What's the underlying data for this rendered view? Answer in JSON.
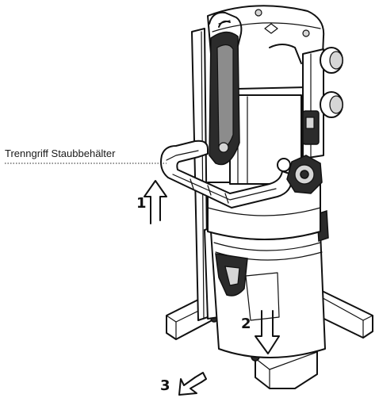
{
  "callout": {
    "label": "Trenngriff Staubbehälter"
  },
  "steps": {
    "s1": "1",
    "s2": "2",
    "s3": "3"
  }
}
